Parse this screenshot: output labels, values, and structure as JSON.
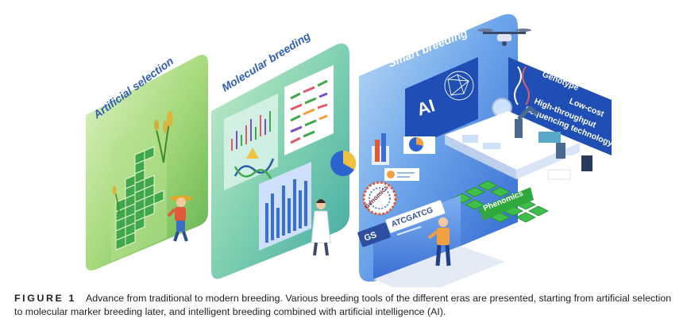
{
  "panels": {
    "artificial": {
      "title": "Artificial selection"
    },
    "molecular": {
      "title": "Molecular breeding"
    },
    "smart": {
      "title": "Smart breeding",
      "ai_label": "AI",
      "genotype": "Genotype",
      "lowcost": "Low-cost",
      "htp": "High-throughput",
      "seqtech": "Sequencing technology",
      "phenomics": "Phenomics",
      "genomics": "Genomics",
      "gs_label": "GS",
      "sequence": "ATCGATCG"
    }
  },
  "caption": {
    "label": "FIGURE 1",
    "text": "Advance from traditional to modern breeding. Various breeding tools of the different eras are presented, starting from artificial selection to molecular marker breeding later, and intelligent breeding combined with artificial intelligence (AI)."
  },
  "colors": {
    "green_panel": "#7cc25e",
    "teal_panel": "#66c8a8",
    "blue_panel": "#3a78d8",
    "title_blue": "#2f5fb8",
    "ai_box": "#1f4fb4"
  }
}
